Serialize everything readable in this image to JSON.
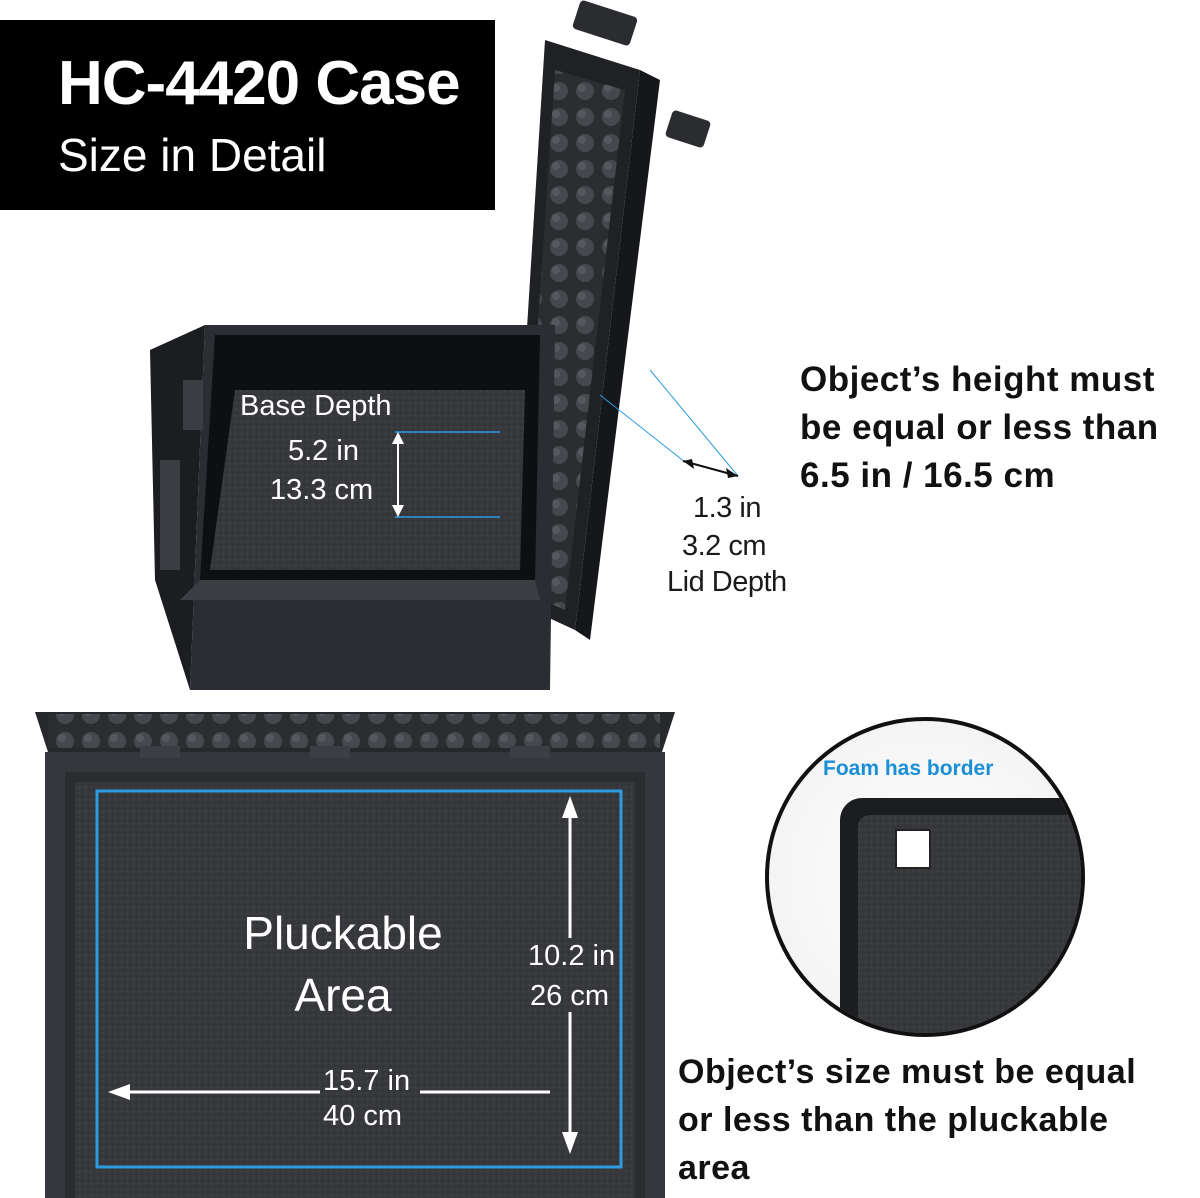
{
  "title": {
    "main": "HC-4420 Case",
    "sub": "Size in Detail"
  },
  "base_depth": {
    "label": "Base Depth",
    "in": "5.2 in",
    "cm": "13.3 cm"
  },
  "lid_depth": {
    "in": "1.3 in",
    "cm": "3.2 cm",
    "label": "Lid Depth"
  },
  "height_note": {
    "line1": "Object’s height must",
    "line2": "be equal or less than",
    "line3": "6.5  in / 16.5 cm"
  },
  "pluckable": {
    "line1": "Pluckable",
    "line2": "Area",
    "height_in": "10.2 in",
    "height_cm": "26 cm",
    "width_in": "15.7 in",
    "width_cm": "40 cm"
  },
  "foam_border_label": "Foam has border",
  "size_note": {
    "line1": "Object’s size must be equal",
    "line2": "or less than the pluckable",
    "line3": "area"
  },
  "colors": {
    "accent": "#1a8fd6",
    "case": "#2a2d31",
    "foam": "#3a3c40"
  }
}
